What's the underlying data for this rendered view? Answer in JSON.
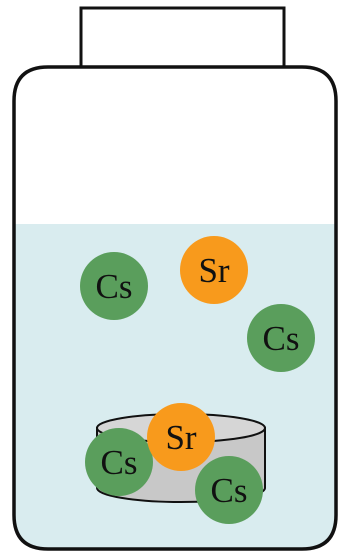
{
  "colors": {
    "outline": "#111111",
    "liquid": "#d9ecef",
    "jar_empty": "#ffffff",
    "cs_fill": "#5a9e5c",
    "sr_fill": "#f89a1c",
    "sorbent": "#c8c8c8",
    "sorbent_top": "#d6d6d6"
  },
  "jar": {
    "contents": "liquid (light blue)"
  },
  "sorbent": {
    "shape": "cylinder / dish at bottom"
  },
  "ions": {
    "free": [
      {
        "element": "Cs",
        "label": "Cs",
        "color": "green"
      },
      {
        "element": "Sr",
        "label": "Sr",
        "color": "orange"
      },
      {
        "element": "Cs",
        "label": "Cs",
        "color": "green"
      }
    ],
    "adsorbed": [
      {
        "element": "Cs",
        "label": "Cs",
        "color": "green"
      },
      {
        "element": "Sr",
        "label": "Sr",
        "color": "orange"
      },
      {
        "element": "Cs",
        "label": "Cs",
        "color": "green"
      }
    ]
  }
}
